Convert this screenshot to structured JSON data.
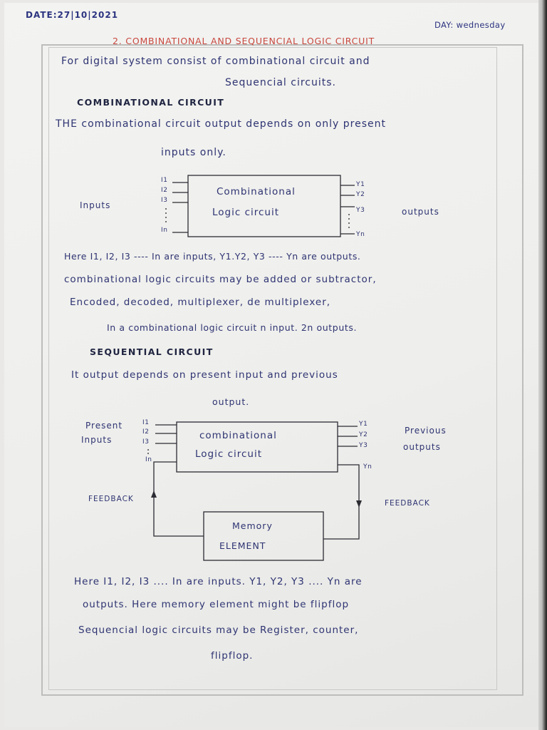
{
  "header": {
    "date": "DATE:27|10|2021",
    "day": "DAY: wednesday"
  },
  "title": "2. COMBINATIONAL AND SEQUENCIAL LOGIC CIRCUIT",
  "intro": {
    "line1": "For digital system consist of combinational circuit and",
    "line2": "Sequencial circuits."
  },
  "combinational": {
    "heading": "COMBINATIONAL CIRCUIT",
    "desc_line1": "THE combinational circuit output depends on only present",
    "desc_line2": "inputs only.",
    "diagram": {
      "box_line1": "Combinational",
      "box_line2": "Logic circuit",
      "inputs_label": "Inputs",
      "outputs_label": "outputs",
      "input_pins": [
        "I1",
        "I2",
        "I3",
        "In"
      ],
      "output_pins": [
        "Y1",
        "Y2",
        "Y3",
        "Yn"
      ]
    },
    "notes": [
      "Here I1, I2, I3 ---- In are inputs, Y1.Y2, Y3 ---- Yn are outputs.",
      "combinational logic circuits may be added or subtractor,",
      "Encoded, decoded, multiplexer, de multiplexer,",
      "In a combinational logic circuit n input. 2n outputs."
    ]
  },
  "sequential": {
    "heading": "SEQUENTIAL CIRCUIT",
    "desc_line1": "It output depends on present input and previous",
    "desc_line2": "output.",
    "diagram": {
      "box_line1": "combinational",
      "box_line2": "Logic circuit",
      "present_label_1": "Present",
      "present_label_2": "Inputs",
      "previous_label_1": "Previous",
      "previous_label_2": "outputs",
      "feedback_left": "FEEDBACK",
      "feedback_right": "FEEDBACK",
      "memory_line1": "Memory",
      "memory_line2": "ELEMENT",
      "input_pins": [
        "I1",
        "I2",
        "I3",
        "In"
      ],
      "output_pins": [
        "Y1",
        "Y2",
        "Y3",
        "Yn"
      ]
    },
    "notes": [
      "Here I1, I2, I3 .... In are inputs. Y1, Y2, Y3 .... Yn are",
      "outputs. Here memory element might be flipflop",
      "Sequencial logic circuits may be Register, counter,",
      "flipflop."
    ]
  }
}
